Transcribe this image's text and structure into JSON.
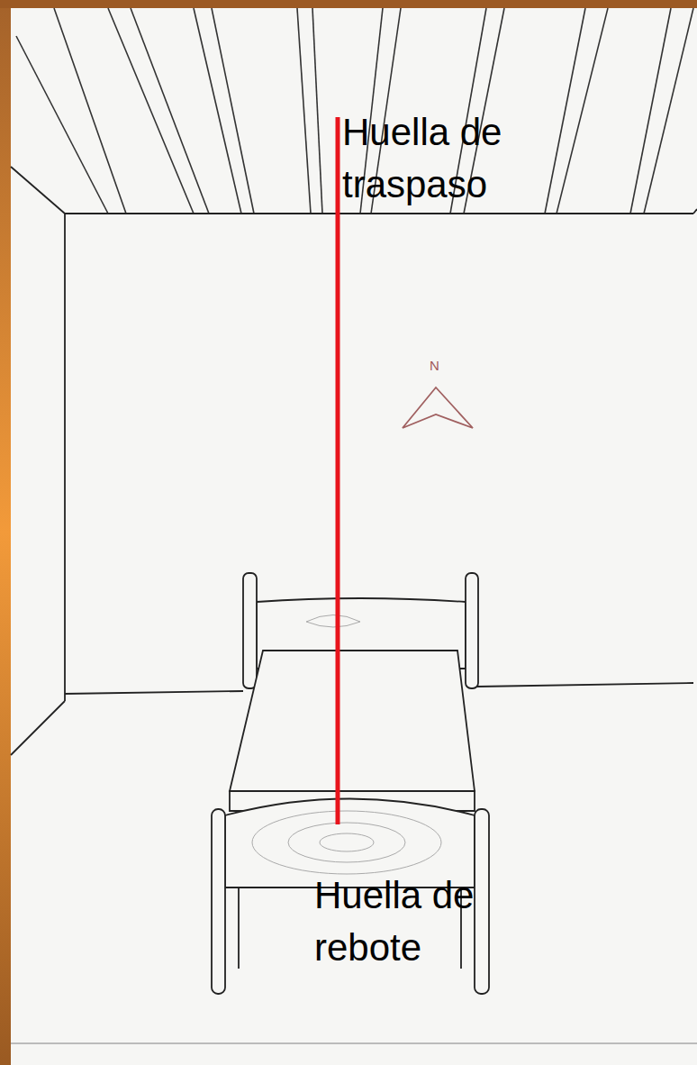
{
  "diagram": {
    "labels": [
      "Huella de traspaso",
      "N",
      "Huella de rebote"
    ]
  }
}
